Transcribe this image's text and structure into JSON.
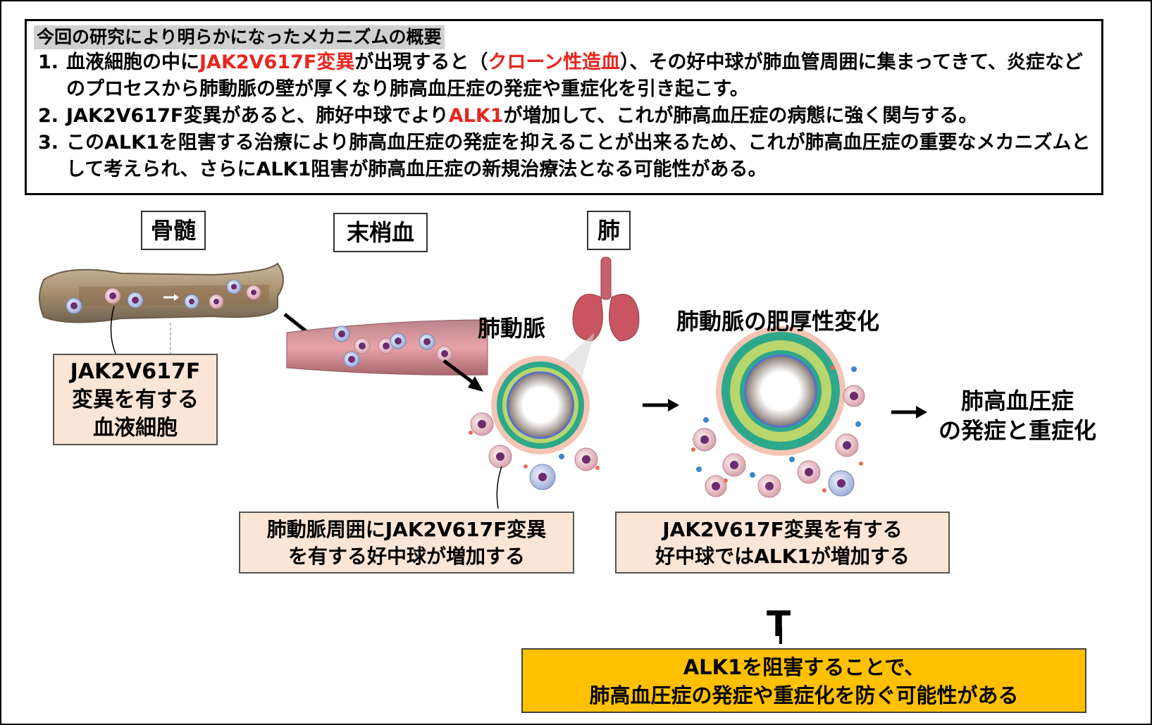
{
  "summary": {
    "title": "今回の研究により明らかになったメカニズムの概要",
    "items": [
      {
        "num": "1.",
        "p1": "血液細胞の中に",
        "r1": "JAK2V617F変異",
        "p2": "が出現すると（",
        "r2": "クローン性造血",
        "p3": "）、その好中球が肺血管周囲に集まってきて、炎症などのプロセスから肺動脈の壁が厚くなり肺高血圧症の発症や重症化を引き起こす。"
      },
      {
        "num": "2.",
        "p1": "JAK2V617F変異があると、肺好中球でより",
        "r1": "ALK1",
        "p2": "が増加して、これが肺高血圧症の病態に強く関与する。"
      },
      {
        "num": "3.",
        "p1": "このALK1を阻害する治療により肺高血圧症の発症を抑えることが出来るため、これが肺高血圧症の重要なメカニズムとして考えられ、さらにALK1阻害が肺高血圧症の新規治療法となる可能性がある。"
      }
    ]
  },
  "labels": {
    "bone_marrow": "骨髄",
    "peripheral_blood": "末梢血",
    "lung": "肺",
    "pulmonary_artery": "肺動脈",
    "thickening": "肺動脈の肥厚性変化",
    "outcome_line1": "肺高血圧症",
    "outcome_line2": "の発症と重症化"
  },
  "notes": {
    "cells": [
      "JAK2V617F",
      "変異を有する",
      "血液細胞"
    ],
    "neutrophils": [
      "肺動脈周囲にJAK2V617F変異",
      "を有する好中球が増加する"
    ],
    "alk1_increase": [
      "JAK2V617F変異を有する",
      "好中球ではALK1が増加する"
    ]
  },
  "inhibit_symbol": "T",
  "inhibition": [
    "ALK1を阻害することで、",
    "肺高血圧症の発症や重症化を防ぐ可能性がある"
  ],
  "colors": {
    "highlight_red": "#e8251e",
    "note_fill": "#fbe5d6",
    "alk_box_fill": "#ffc000",
    "title_fill": "#d0d0d0"
  }
}
